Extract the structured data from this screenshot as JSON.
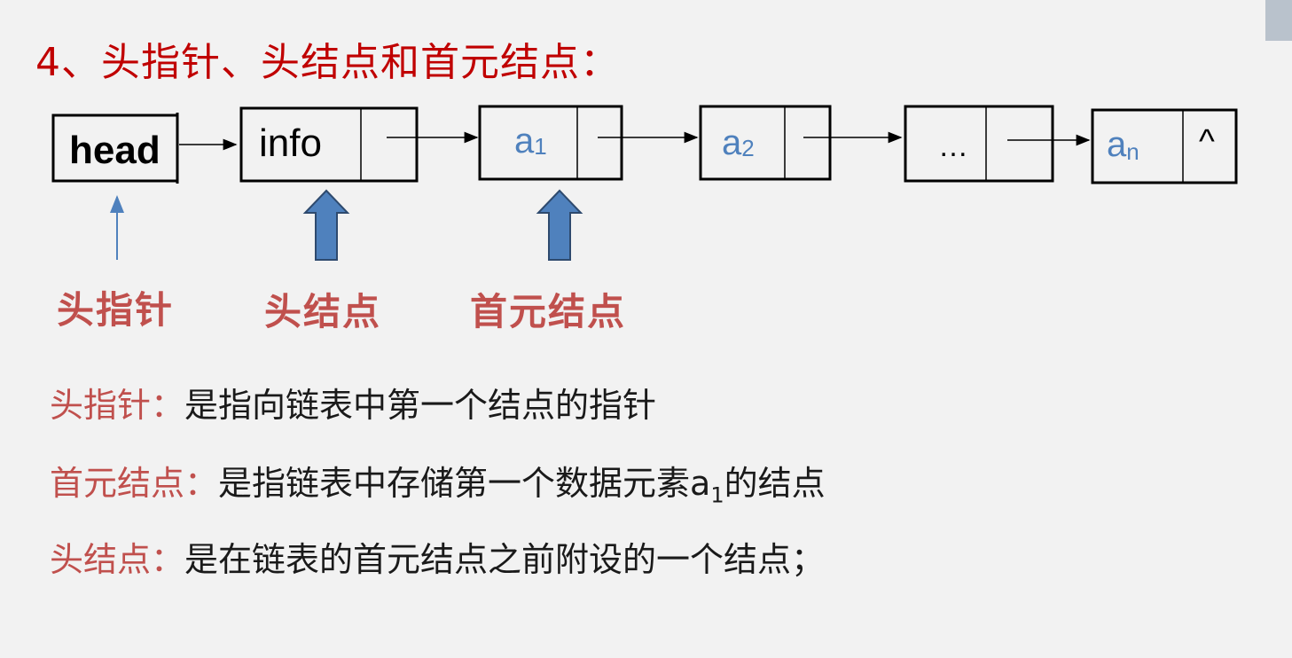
{
  "title": "4、头指针、头结点和首元结点：",
  "diagram": {
    "head_box": "head",
    "head_node": "info",
    "nodes": [
      {
        "base": "a",
        "sub": "1"
      },
      {
        "base": "a",
        "sub": "2"
      },
      {
        "text": "…"
      },
      {
        "base": "a",
        "sub": "n",
        "null_marker": "^"
      }
    ]
  },
  "labels": {
    "head_pointer": "头指针",
    "head_node": "头结点",
    "first_node": "首元结点"
  },
  "definitions": [
    {
      "term": "头指针：",
      "desc": "是指向链表中第一个结点的指针"
    },
    {
      "term": "首元结点：",
      "desc_before": "是指链表中存储第一个数据元素a",
      "sub": "1",
      "desc_after": "的结点"
    },
    {
      "term": "头结点：",
      "desc": "是在链表的首元结点之前附设的一个结点；"
    }
  ],
  "colors": {
    "title": "#c00000",
    "label": "#c0504d",
    "node_text": "#4f81bd",
    "block_arrow": "#4f81bd"
  }
}
